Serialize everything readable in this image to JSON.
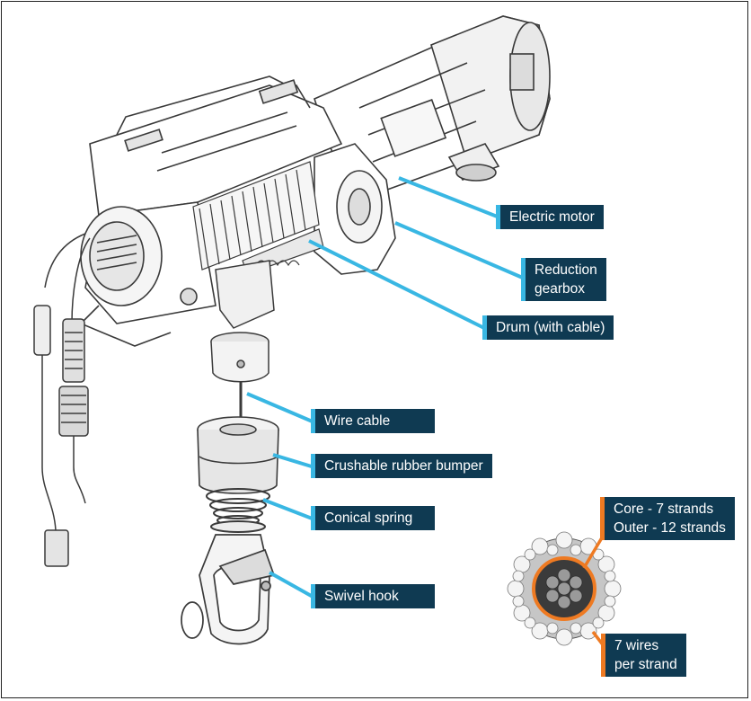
{
  "colors": {
    "label_bg": "#0f3a52",
    "blue_accent": "#39b7e3",
    "orange_accent": "#ee7a22",
    "line_art": "#3a3a3a"
  },
  "labels": {
    "electric_motor": "Electric motor",
    "reduction_gearbox": [
      "Reduction",
      "gearbox"
    ],
    "drum": "Drum (with cable)",
    "wire_cable": "Wire cable",
    "bumper": "Crushable rubber bumper",
    "conical_spring": "Conical spring",
    "swivel_hook": "Swivel hook",
    "core_outer": [
      "Core - 7 strands",
      "Outer - 12 strands"
    ],
    "wires_per_strand": [
      "7 wires",
      "per strand"
    ]
  }
}
